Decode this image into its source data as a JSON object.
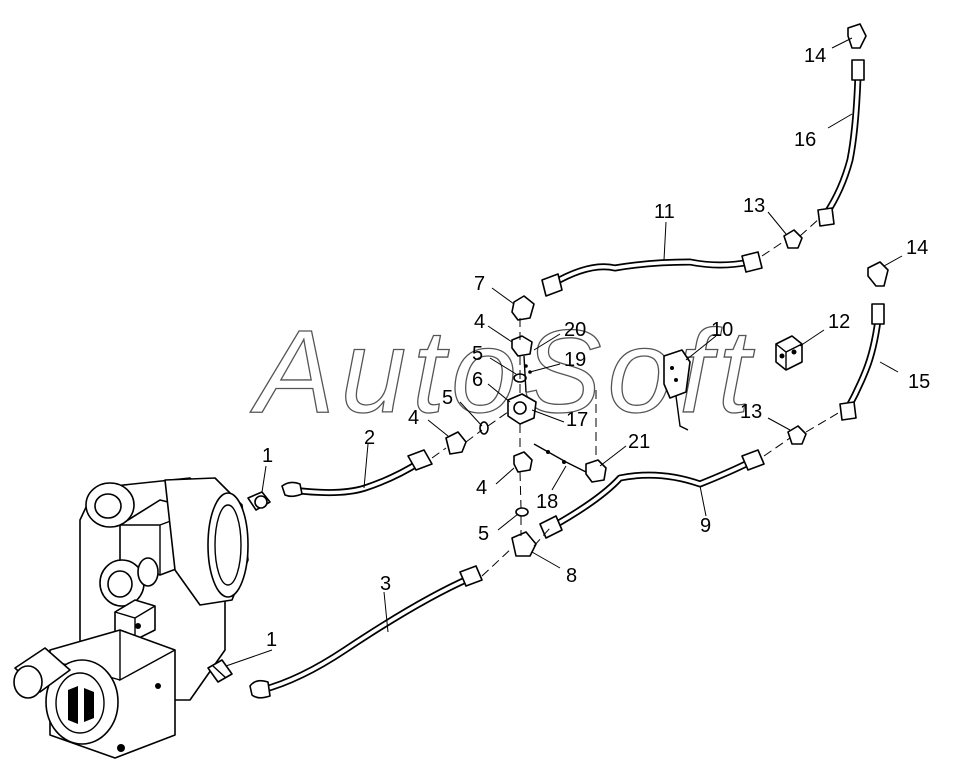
{
  "watermark": "AutoSoft",
  "callouts": [
    {
      "id": "c14a",
      "text": "14"
    },
    {
      "id": "c16",
      "text": "16"
    },
    {
      "id": "c11",
      "text": "11"
    },
    {
      "id": "c13a",
      "text": "13"
    },
    {
      "id": "c14b",
      "text": "14"
    },
    {
      "id": "c7",
      "text": "7"
    },
    {
      "id": "c12",
      "text": "12"
    },
    {
      "id": "c4a",
      "text": "4"
    },
    {
      "id": "c20",
      "text": "20"
    },
    {
      "id": "c10",
      "text": "10"
    },
    {
      "id": "c5a",
      "text": "5"
    },
    {
      "id": "c19",
      "text": "19"
    },
    {
      "id": "c15",
      "text": "15"
    },
    {
      "id": "c6",
      "text": "6"
    },
    {
      "id": "c5b",
      "text": "5"
    },
    {
      "id": "c17",
      "text": "17"
    },
    {
      "id": "c4b",
      "text": "4"
    },
    {
      "id": "c13b",
      "text": "13"
    },
    {
      "id": "c1a",
      "text": "1"
    },
    {
      "id": "c2",
      "text": "2"
    },
    {
      "id": "c21",
      "text": "21"
    },
    {
      "id": "c4c",
      "text": "4"
    },
    {
      "id": "c18",
      "text": "18"
    },
    {
      "id": "c9",
      "text": "9"
    },
    {
      "id": "c5c",
      "text": "5"
    },
    {
      "id": "c8",
      "text": "8"
    },
    {
      "id": "c3",
      "text": "3"
    },
    {
      "id": "c1b",
      "text": "1"
    }
  ]
}
